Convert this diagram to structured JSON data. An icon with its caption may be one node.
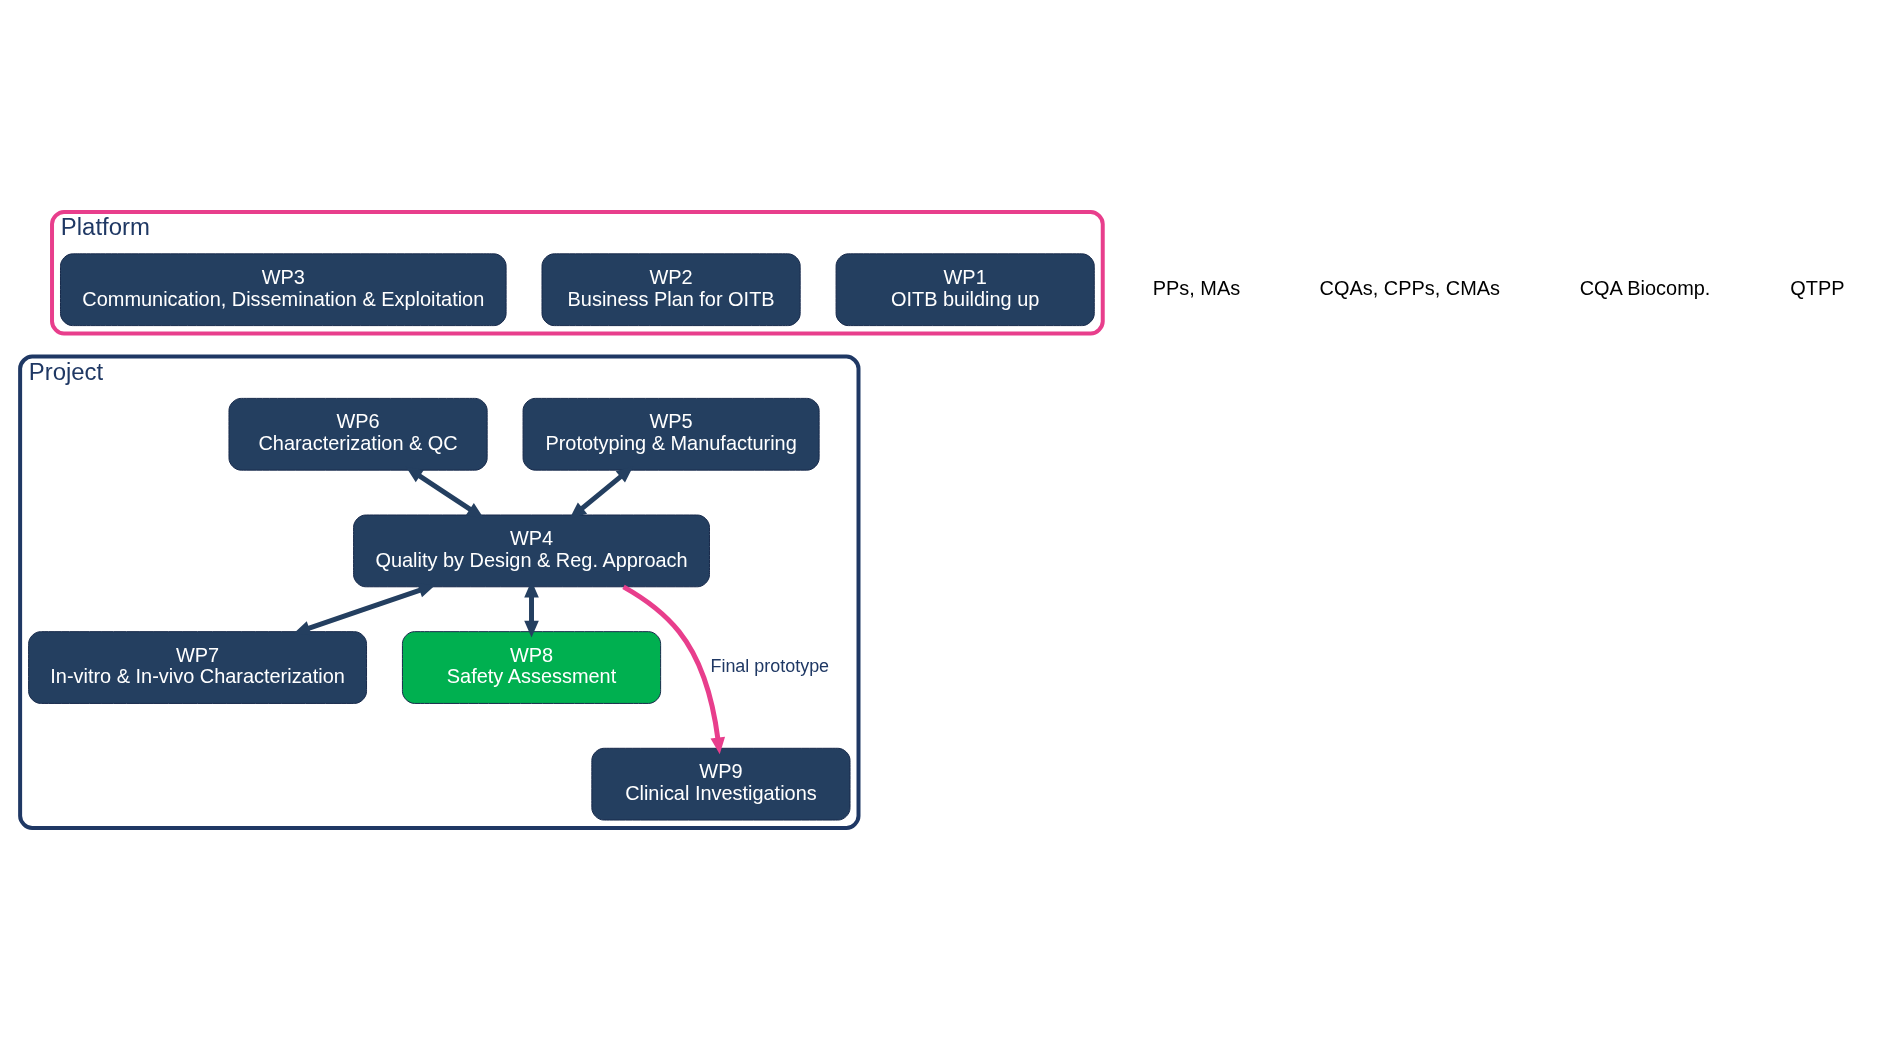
{
  "diagram": {
    "nodes": [
      {
        "text": [
          "Platform"
        ]
      },
      {
        "text": [
          "WP1",
          "OITB building up"
        ],
        "in": 0
      },
      {
        "text": [
          "WP2",
          "Business Plan for OITB"
        ],
        "in": 0
      },
      {
        "text": [
          "WP3",
          "Communication, Dissemination & Exploitation"
        ],
        "in": 0
      },
      {
        "text": [
          "Project"
        ]
      },
      {
        "text": [
          "WP5",
          "Prototyping & Manufacturing"
        ],
        "in": 4
      },
      {
        "text": [
          "WP6",
          "Characterization & QC"
        ],
        "in": 4
      },
      {
        "text": [
          "WP4",
          "Quality by Design & Reg. Approach"
        ],
        "in": 4
      },
      {
        "text": [
          "WP7",
          "In-vitro & In-vivo Characterization"
        ],
        "in": 4
      },
      {
        "text": [
          "WP8",
          "Safety Assessment"
        ],
        "in": 4
      },
      {
        "text": [
          "WP9",
          "Clinical Investigations"
        ],
        "in": 4
      }
    ],
    "edges": [
      {
        "from": 5,
        "to": 7,
        "arrow": "both"
      },
      {
        "from": 6,
        "to": 7,
        "arrow": "both"
      },
      {
        "from": 7,
        "to": 8,
        "arrow": "both"
      },
      {
        "from": 7,
        "to": 9,
        "arrow": "both"
      },
      {
        "from": 7,
        "to": 10,
        "arrow": "to",
        "label": "Final prototype",
        "color": "#e83e8c"
      }
    ],
    "labels": [
      "PPs, MAs",
      "CQAs, CPPs, CMAs",
      "CQA Biocomp.",
      "QTPP"
    ]
  }
}
